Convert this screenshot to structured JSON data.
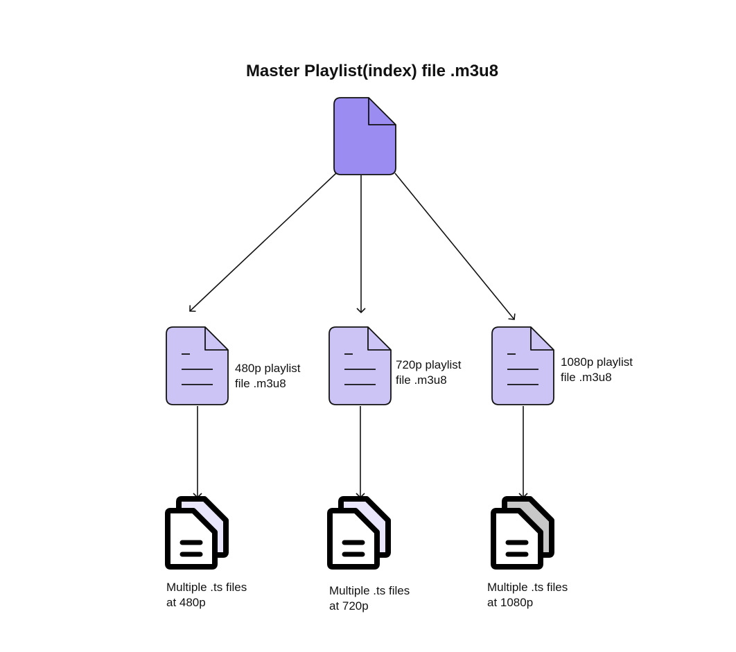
{
  "master": {
    "title": "Master Playlist(index) file .m3u8",
    "icon": "document-icon",
    "fill": "#9a8cf0"
  },
  "playlists": [
    {
      "line1": "480p playlist",
      "line2": "file .m3u8",
      "icon": "document-lines-icon"
    },
    {
      "line1": "720p playlist",
      "line2": "file .m3u8",
      "icon": "document-lines-icon"
    },
    {
      "line1": "1080p playlist",
      "line2": "file .m3u8",
      "icon": "document-lines-icon"
    }
  ],
  "segments": [
    {
      "line1": "Multiple .ts files",
      "line2": "at 480p",
      "icon": "multiple-files-icon",
      "back_fill": "#e9e6fb"
    },
    {
      "line1": "Multiple .ts files",
      "line2": "at 720p",
      "icon": "multiple-files-icon",
      "back_fill": "#e9e6fb"
    },
    {
      "line1": "Multiple .ts files",
      "line2": "at 1080p",
      "icon": "multiple-files-icon",
      "back_fill": "#c8c8c8"
    }
  ],
  "colors": {
    "playlist_fill": "#cbc4f5",
    "stroke": "#111111"
  }
}
